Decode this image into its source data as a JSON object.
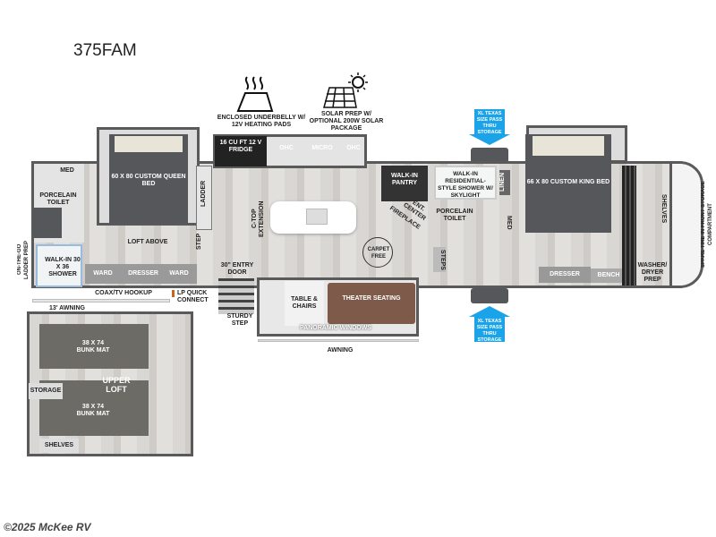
{
  "title": "375FAM",
  "features": {
    "underbelly": "ENCLOSED UNDERBELLY W/ 12V HEATING PADS",
    "solar": "SOLAR PREP W/ OPTIONAL 200W SOLAR PACKAGE",
    "storage_top": "XL TEXAS SIZE PASS THRU STORAGE",
    "storage_bottom": "XL TEXAS SIZE PASS THRU STORAGE"
  },
  "rooms": {
    "fridge": "16 CU FT 12 V FRIDGE",
    "ohc1": "OHC",
    "micro": "MICRO",
    "ohc2": "OHC",
    "med_left": "MED",
    "toilet_left": "PORCELAIN TOILET",
    "queen_bed": "60 X 80 CUSTOM QUEEN BED",
    "ladder": "LADDER",
    "ctop": "C-TOP EXTENSION",
    "loft_above": "LOFT ABOVE",
    "step": "STEP",
    "ladder_prep": "ON-THE-GO LADDER PREP",
    "shower_left": "WALK-IN 30 x 36 SHOWER",
    "ward1": "WARD",
    "dresser_left": "DRESSER",
    "ward2": "WARD",
    "entry_door": "30\" ENTRY DOOR",
    "coax": "COAX/TV HOOKUP",
    "lp": "LP QUICK CONNECT",
    "awning_13": "13' AWNING",
    "sturdy_step": "STURDY STEP",
    "pantry": "WALK-IN PANTRY",
    "ent_center": "ENT. CENTER",
    "fireplace": "FIREPLACE",
    "carpet_free": "CARPET FREE",
    "table": "TABLE & CHAIRS",
    "theater": "THEATER SEATING",
    "panoramic": "PANORAMIC WINDOWS",
    "awning": "AWNING",
    "shower_right": "WALK-IN RESIDENTIAL-STYLE SHOWER W/ SKYLIGHT",
    "linen": "LINEN",
    "toilet_right": "PORCELAIN TOILET",
    "med_right": "MED",
    "steps": "STEPS",
    "king_bed": "66 X 80 CUSTOM KING BED",
    "dresser_right": "DRESSER",
    "bench": "BENCH",
    "shelves_right": "SHELVES",
    "washer": "WASHER/ DRYER PREP",
    "spare_tire": "SPARE TIRE IN FRONT STORAGE COMPARTMENT"
  },
  "loft": {
    "bunk1": "38 X 74 BUNK MAT",
    "bunk2": "38 X 74 BUNK MAT",
    "storage": "STORAGE",
    "upper_loft": "UPPER LOFT",
    "shelves": "SHELVES"
  },
  "footer": "©2025 McKee RV"
}
